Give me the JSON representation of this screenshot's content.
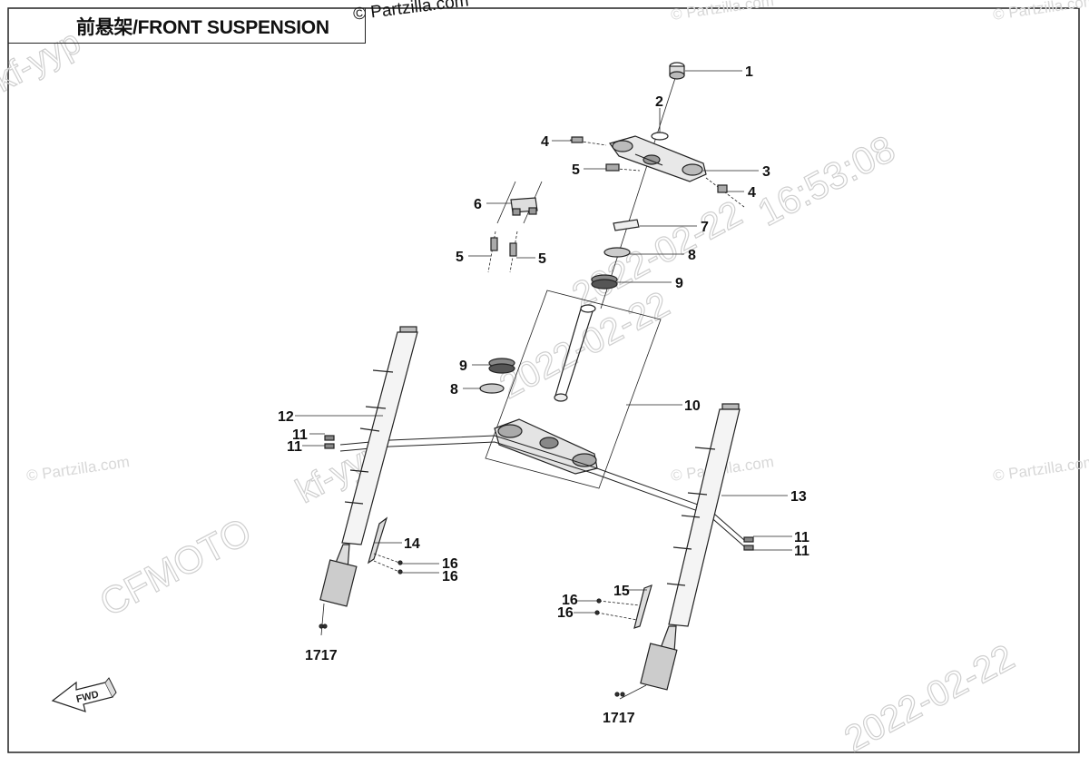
{
  "title": "前悬架/FRONT SUSPENSION",
  "copyright": "© Partzilla.com",
  "watermarks": {
    "partzilla": "© Partzilla.com",
    "user_1": "kf-yyp",
    "user_2": "kf-yyp",
    "date_1": "2022-02-22",
    "date_2": "2022-02-22",
    "date_3": "2022-02-22",
    "time": "16:53:08",
    "brand": "CFMOTO"
  },
  "fwd_label": "FWD",
  "callouts": {
    "c1": "1",
    "c2": "2",
    "c3": "3",
    "c4a": "4",
    "c4b": "4",
    "c5a": "5",
    "c5b": "5",
    "c5c": "5",
    "c6": "6",
    "c7": "7",
    "c8a": "8",
    "c8b": "8",
    "c9a": "9",
    "c9b": "9",
    "c10": "10",
    "c11a": "11",
    "c11b": "11",
    "c11c": "11",
    "c11d": "11",
    "c12": "12",
    "c13": "13",
    "c14": "14",
    "c15": "15",
    "c16a": "16",
    "c16b": "16",
    "c16c": "16",
    "c16d": "16",
    "c17a": "1717",
    "c17b": "1717"
  }
}
